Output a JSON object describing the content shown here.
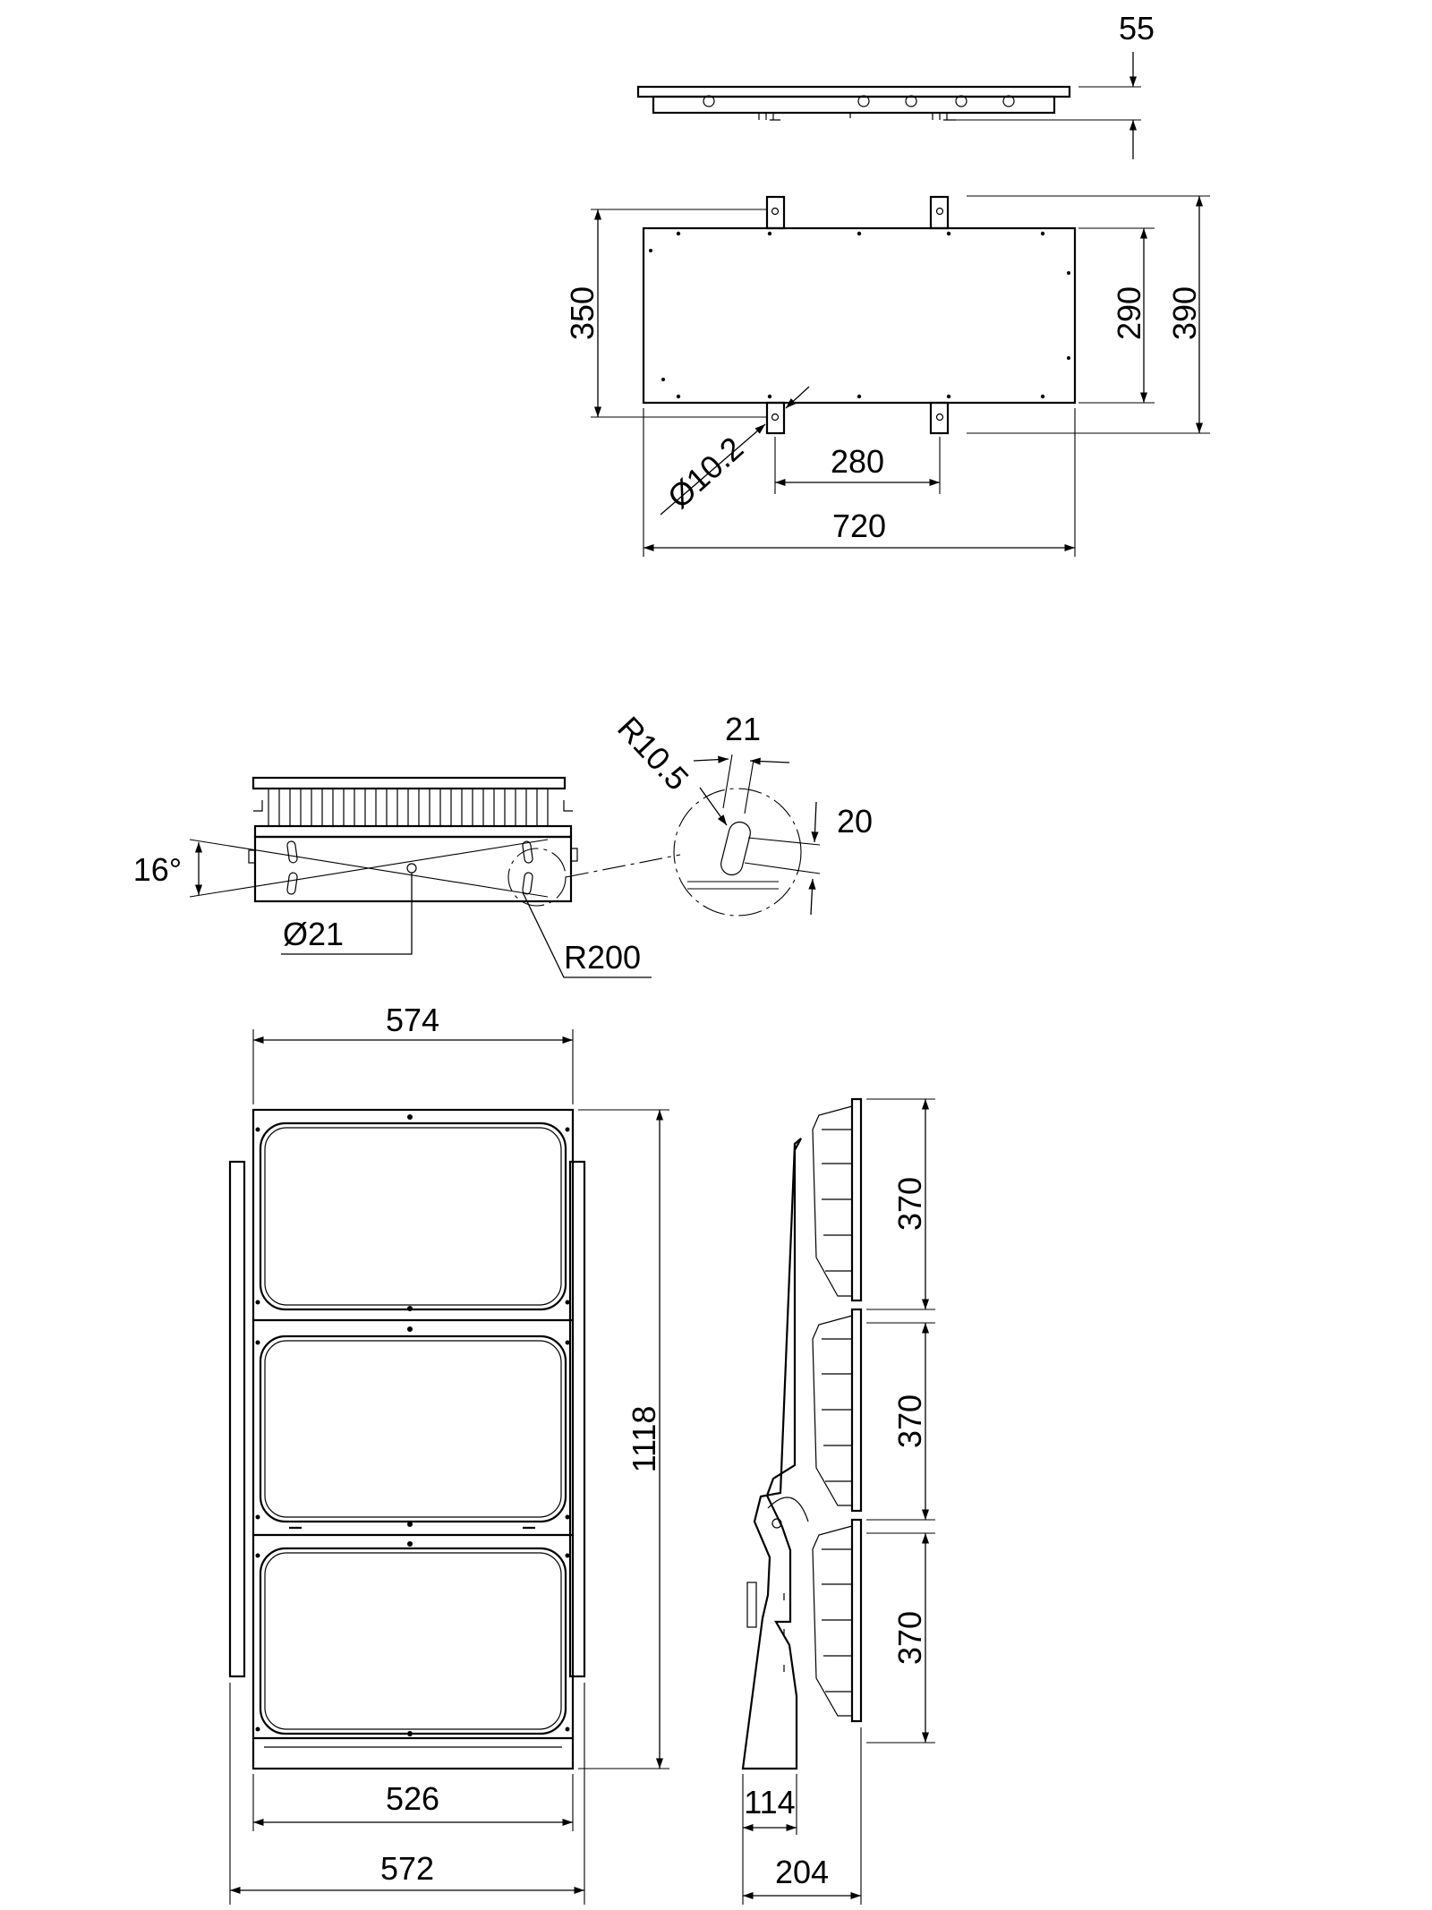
{
  "drawing": {
    "top_view": {
      "dimensions": {
        "thickness": "55",
        "bracket_height": "350",
        "body_height": "290",
        "overall_height": "390",
        "hole_diameter": "Ø10.2",
        "bracket_spacing": "280",
        "width": "720"
      }
    },
    "detail_view": {
      "dimensions": {
        "tilt_angle": "16°",
        "pivot_diameter": "Ø21",
        "arc_radius": "R200",
        "slot_radius": "R10.5",
        "slot_width": "21",
        "slot_offset": "20"
      }
    },
    "front_view": {
      "dimensions": {
        "width_top": "574",
        "height": "1118",
        "inner_width": "526",
        "width_bottom": "572"
      }
    },
    "side_view": {
      "dimensions": {
        "module_1": "370",
        "module_2": "370",
        "module_3": "370",
        "base_depth": "114",
        "overall_depth": "204"
      }
    }
  }
}
